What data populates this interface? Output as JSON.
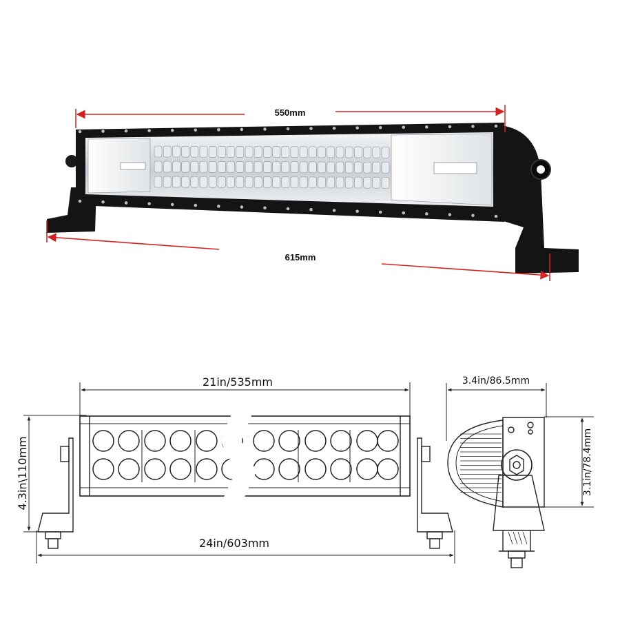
{
  "photo": {
    "top_dimension": "550mm",
    "bottom_dimension": "615mm"
  },
  "drawing": {
    "front_top_dimension": "21in/535mm",
    "front_left_dimension": "4.3in\\110mm",
    "front_bottom_dimension": "24in/603mm",
    "side_top_dimension": "3.4in/86.5mm",
    "side_right_dimension": "3.1in/78.4mm"
  },
  "colors": {
    "dimension_arrow": "#d62020",
    "housing": "#141414",
    "line": "#222222"
  }
}
